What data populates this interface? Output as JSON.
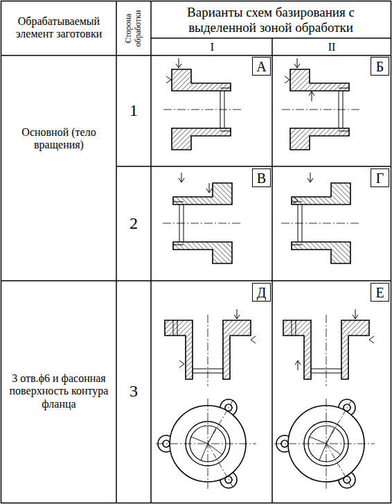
{
  "diagram": {
    "nodes": [
      {
        "text": [
          "А"
        ]
      },
      {
        "text": [
          "Б"
        ]
      },
      {
        "text": [
          "В"
        ]
      },
      {
        "text": [
          "Г"
        ]
      },
      {
        "text": [
          "Д"
        ]
      },
      {
        "text": [
          "Е"
        ]
      }
    ],
    "labels": [
      "Обрабатываемый элемент заготовки",
      "Сторона обработки",
      "Варианты схем базирования с выделенной зоной обработки",
      "I",
      "II",
      "Основной (тело вращения)",
      "1",
      "2",
      "3 отв.ϕ6 и фасонная поверхность контура фланца",
      "3"
    ]
  }
}
